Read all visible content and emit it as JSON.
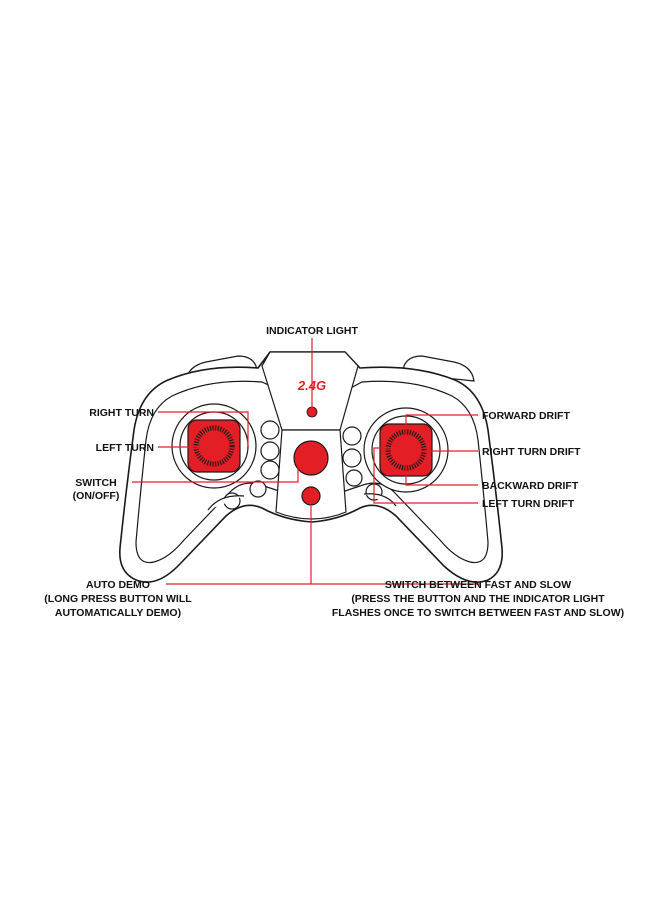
{
  "accent_color": "#e31e24",
  "outline_color": "#1a1a1a",
  "logo_text": "2.4G",
  "labels": {
    "indicator_light": "INDICATOR LIGHT",
    "right_turn": "RIGHT TURN",
    "left_turn": "LEFT TURN",
    "switch_line1": "SWITCH",
    "switch_line2": "(ON/OFF)",
    "forward_drift": "FORWARD DRIFT",
    "right_turn_drift": "RIGHT TURN DRIFT",
    "backward_drift": "BACKWARD DRIFT",
    "left_turn_drift": "LEFT TURN DRIFT",
    "auto_demo_line1": "AUTO DEMO",
    "auto_demo_line2": "(LONG PRESS BUTTON WILL",
    "auto_demo_line3": "AUTOMATICALLY DEMO)",
    "speed_line1": "SWITCH BETWEEN FAST AND SLOW",
    "speed_line2": "(PRESS THE BUTTON AND THE INDICATOR LIGHT",
    "speed_line3": "FLASHES ONCE TO SWITCH BETWEEN FAST AND SLOW)"
  }
}
